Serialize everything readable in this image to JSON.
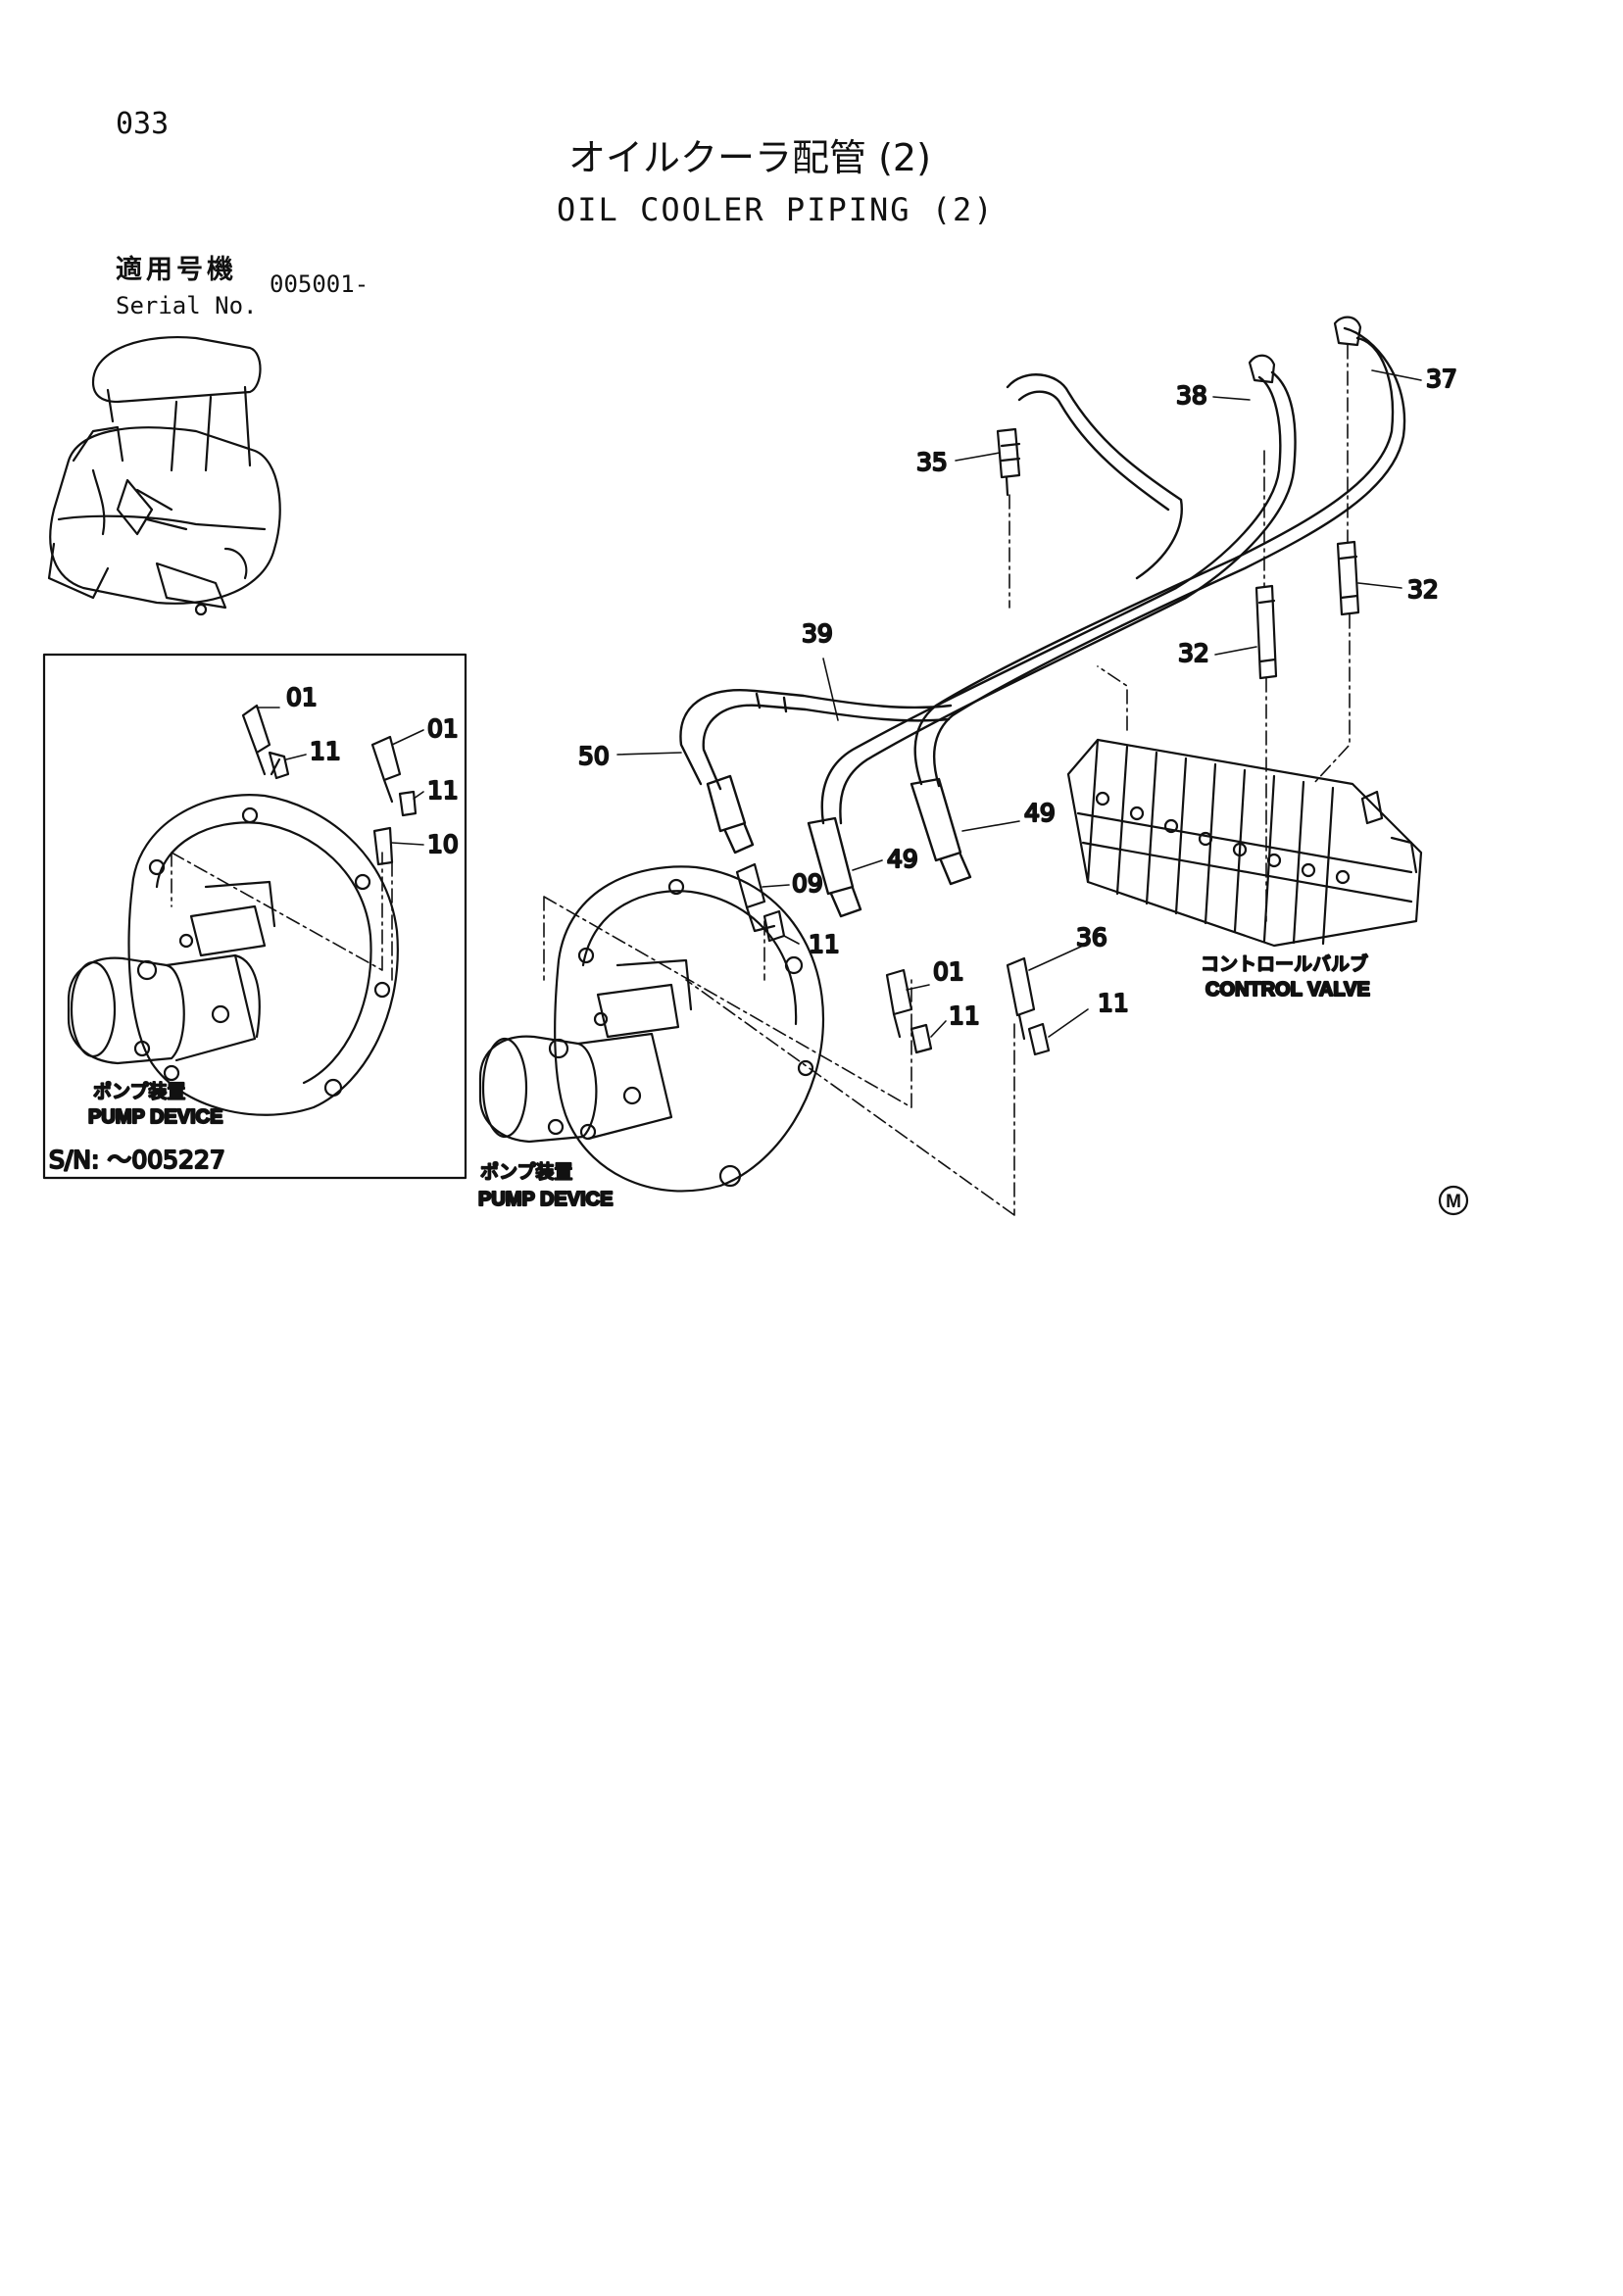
{
  "page": {
    "number": "033",
    "title_jp": "オイルクーラ配管 (2)",
    "title_en": "OIL COOLER PIPING (2)",
    "serial_label_jp": "適用号機",
    "serial_label_en": "Serial No.",
    "serial_range": "005001-"
  },
  "callouts": {
    "c01a": "01",
    "c11a": "11",
    "c01b": "01",
    "c11b": "11",
    "c10": "10",
    "c35": "35",
    "c38": "38",
    "c37": "37",
    "c32a": "32",
    "c32b": "32",
    "c39": "39",
    "c50": "50",
    "c49a": "49",
    "c49b": "49",
    "c09": "09",
    "c11c": "11",
    "c01c": "01",
    "c11d": "11",
    "c36": "36",
    "c11e": "11"
  },
  "captions": {
    "inset_pump_jp": "ポンプ装置",
    "inset_pump_en": "PUMP DEVICE",
    "inset_serial": "S/N: ～005227",
    "main_pump_jp": "ポンプ装置",
    "main_pump_en": "PUMP DEVICE",
    "valve_jp": "コントロールバルブ",
    "valve_en": "CONTROL VALVE"
  },
  "symbols": {
    "corner_mark": "M"
  }
}
